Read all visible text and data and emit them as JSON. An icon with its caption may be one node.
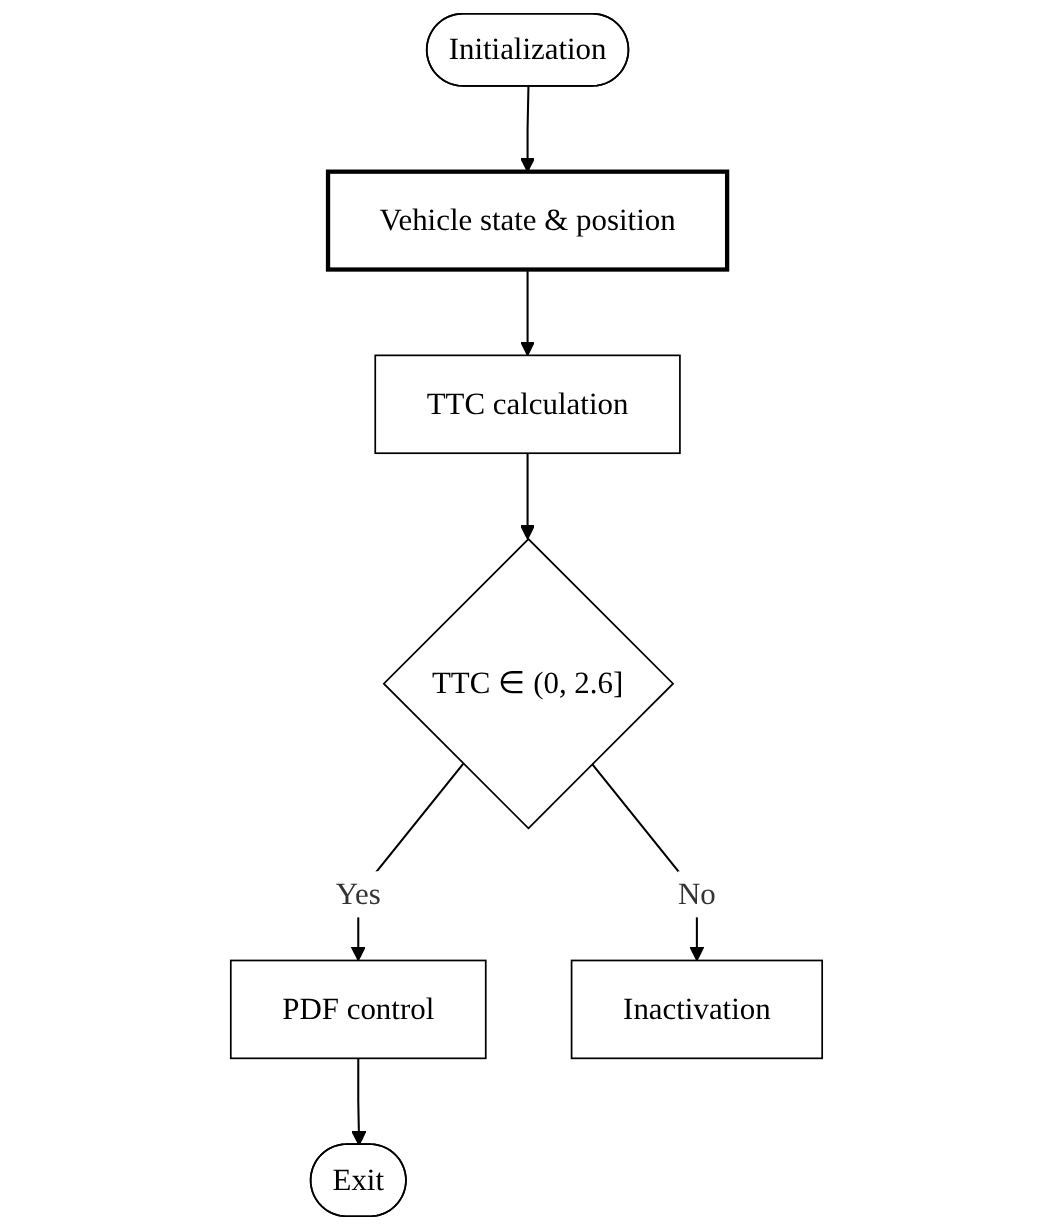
{
  "diagram": {
    "nodes": [
      {
        "text": [
          "Initialization"
        ]
      },
      {
        "text": [
          "Vehicle state & position"
        ]
      },
      {
        "text": [
          "TTC calculation"
        ]
      },
      {
        "text": [
          "TTC ∈ (0, 2.6]"
        ]
      },
      {
        "text": [
          "PDF control"
        ]
      },
      {
        "text": [
          "Inactivation"
        ]
      },
      {
        "text": [
          "Exit"
        ]
      }
    ],
    "edges": [
      {
        "from": 0,
        "to": 1,
        "arrow": "to"
      },
      {
        "from": 1,
        "to": 2,
        "arrow": "to"
      },
      {
        "from": 2,
        "to": 3,
        "arrow": "to"
      },
      {
        "from": 3,
        "to": 4,
        "arrow": "to",
        "label": "Yes"
      },
      {
        "from": 3,
        "to": 5,
        "arrow": "to",
        "label": "No"
      },
      {
        "from": 4,
        "to": 6,
        "arrow": "to"
      }
    ]
  }
}
